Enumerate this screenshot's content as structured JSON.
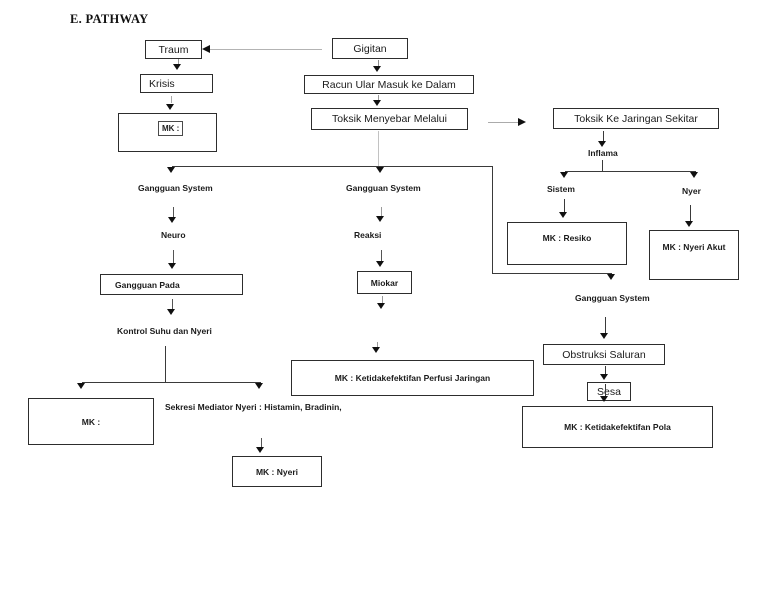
{
  "title": "E. PATHWAY",
  "boxes": {
    "traum": "Traum",
    "gigitan": "Gigitan",
    "krisis": "Krisis",
    "mk_krisis": "MK :",
    "racun": "Racun Ular Masuk ke Dalam",
    "toksik_menyebar": "Toksik Menyebar Melalui",
    "toksik_jaringan": "Toksik Ke Jaringan Sekitar",
    "mk_resiko": "MK : Resiko",
    "mk_nyeri_akut": "MK : Nyeri Akut",
    "gangguan_pada": "Gangguan Pada",
    "miokar": "Miokar",
    "mk_perfusi": "MK : Ketidakefektifan Perfusi Jaringan",
    "obstruksi": "Obstruksi Saluran",
    "sesa": "Sesa",
    "mk_pola": "MK : Ketidakefektifan Pola",
    "mk_blank": "MK :",
    "mk_nyeri": "MK : Nyeri"
  },
  "labels": {
    "gangguan_system_left": "Gangguan System",
    "gangguan_system_mid": "Gangguan System",
    "gangguan_system_right": "Gangguan System",
    "neuro": "Neuro",
    "reaksi": "Reaksi",
    "sistem": "Sistem",
    "nyer": "Nyer",
    "inflama": "Inflama",
    "kontrol_suhu": "Kontrol Suhu dan Nyeri",
    "sekresi": "Sekresi Mediator Nyeri : Histamin, Bradinin,"
  }
}
